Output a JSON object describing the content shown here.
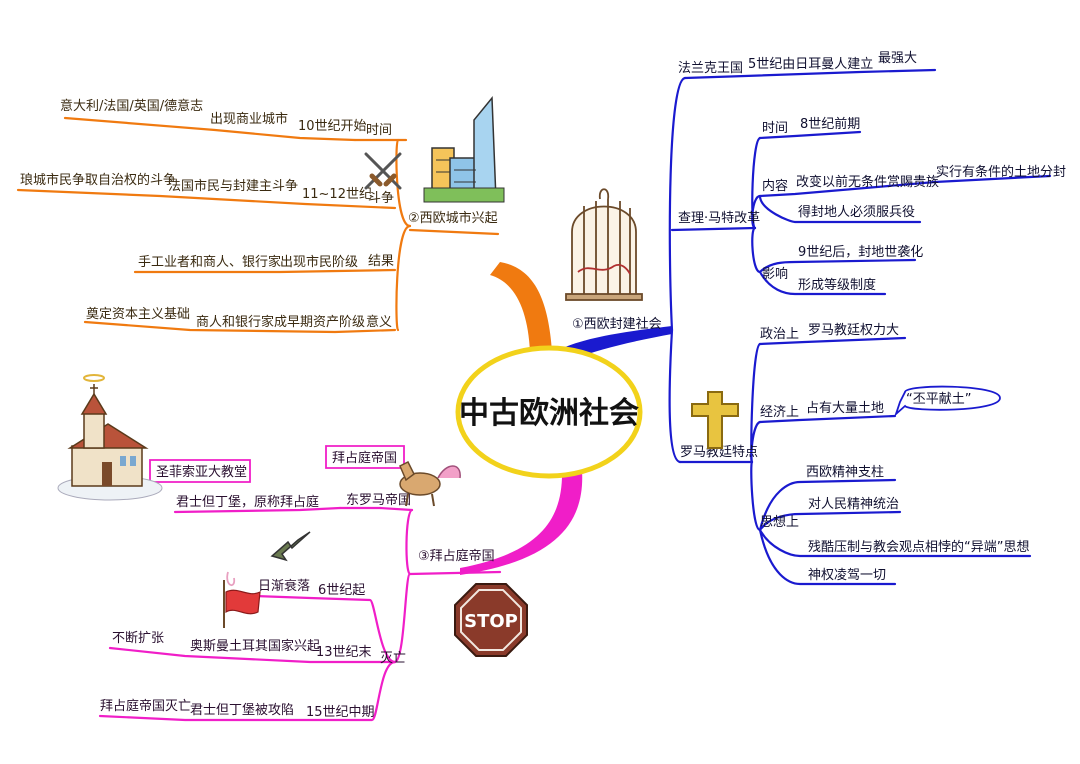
{
  "center": {
    "title": "中古欧洲社会"
  },
  "colors": {
    "orange": "#F07A10",
    "blue": "#1A1ACF",
    "magenta": "#F01EC8",
    "center_ring": "#F2D21B"
  },
  "branch_feudal": {
    "label": "①西欧封建社会",
    "franks": {
      "label": "法兰克王国",
      "detail": "5世纪由日耳曼人建立",
      "note": "最强大"
    },
    "reform": {
      "label": "查理·马特改革",
      "time": {
        "label": "时间",
        "value": "8世纪前期"
      },
      "content": {
        "label": "内容",
        "item1": "改变以前无条件赏赐贵族",
        "item1b": "实行有条件的土地分封",
        "item2": "得封地人必须服兵役"
      },
      "impact": {
        "label": "影响",
        "item1": "9世纪后，封地世袭化",
        "item2": "形成等级制度"
      }
    }
  },
  "branch_church": {
    "label": "罗马教廷特点",
    "politics": {
      "label": "政治上",
      "value": "罗马教廷权力大"
    },
    "economy": {
      "label": "经济上",
      "value": "占有大量土地",
      "quote": "“丕平献土”"
    },
    "thought": {
      "label": "思想上",
      "items": [
        "西欧精神支柱",
        "对人民精神统治",
        "残酷压制与教会观点相悖的“异端”思想",
        "神权凌驾一切"
      ]
    }
  },
  "branch_cities": {
    "label": "②西欧城市兴起",
    "time": {
      "label": "时间",
      "value": "10世纪开始",
      "detail": "出现商业城市",
      "countries": "意大利/法国/英国/德意志"
    },
    "struggle": {
      "label": "斗争",
      "value": "11~12世纪",
      "detail": "法国市民与封建主斗争",
      "detail2": "琅城市民争取自治权的斗争"
    },
    "result": {
      "label": "结果",
      "value": "出现市民阶级",
      "detail": "手工业者和商人、银行家"
    },
    "meaning": {
      "label": "意义",
      "value": "商人和银行家成早期资产阶级",
      "detail": "奠定资本主义基础"
    }
  },
  "branch_byzantine": {
    "label": "③拜占庭帝国",
    "east_rome": {
      "label": "东罗马帝国",
      "flag": "拜占庭帝国",
      "detail": "君士但丁堡，原称拜占庭",
      "cathedral": "圣菲索亚大教堂"
    },
    "fall": {
      "label": "灭亡",
      "stage1": {
        "label": "6世纪起",
        "value": "日渐衰落"
      },
      "stage2": {
        "label": "13世纪末",
        "value": "奥斯曼土耳其国家兴起",
        "detail": "不断扩张"
      },
      "stage3": {
        "label": "15世纪中期",
        "value": "君士但丁堡被攻陷",
        "detail": "拜占庭帝国灭亡"
      }
    },
    "stop_sign": "STOP"
  }
}
